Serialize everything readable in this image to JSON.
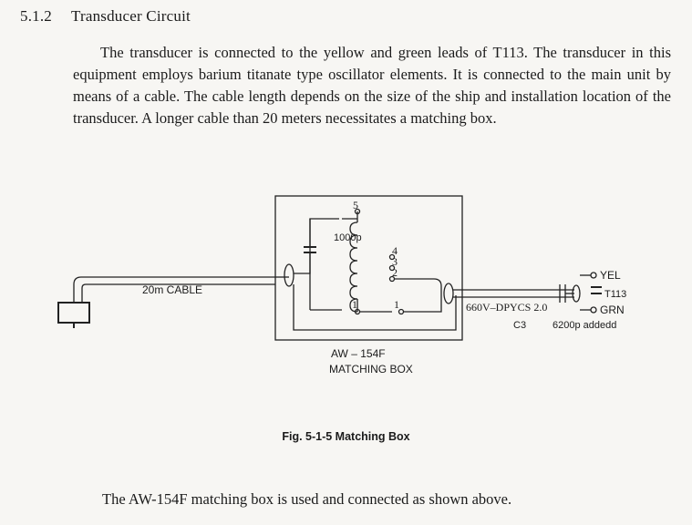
{
  "section": {
    "number": "5.1.2",
    "title": "Transducer Circuit"
  },
  "paragraph": "The transducer is connected to the yellow and green leads of T113. The transducer in this equipment employs barium titanate type oscillator elements. It is connected to the main unit by means of a cable. The cable length depends on the size of the ship and installation location of the transducer. A longer cable than 20 meters necessitates a matching box.",
  "diagram": {
    "cable_label": "20m CABLE",
    "capacitor_label": "1000p",
    "taps": [
      "5",
      "4",
      "3",
      "2",
      "1",
      "1"
    ],
    "box_name": "AW – 154F",
    "box_label": "MATCHING BOX",
    "lead_yel": "YEL",
    "lead_grn": "GRN",
    "transformer": "T113",
    "dpycs": "660V–DPYCS 2.0",
    "c3": "C3",
    "c3_value": "6200p addedd"
  },
  "caption": "Fig. 5-1-5  Matching Box",
  "footer": "The AW-154F matching box is used and connected as shown above."
}
